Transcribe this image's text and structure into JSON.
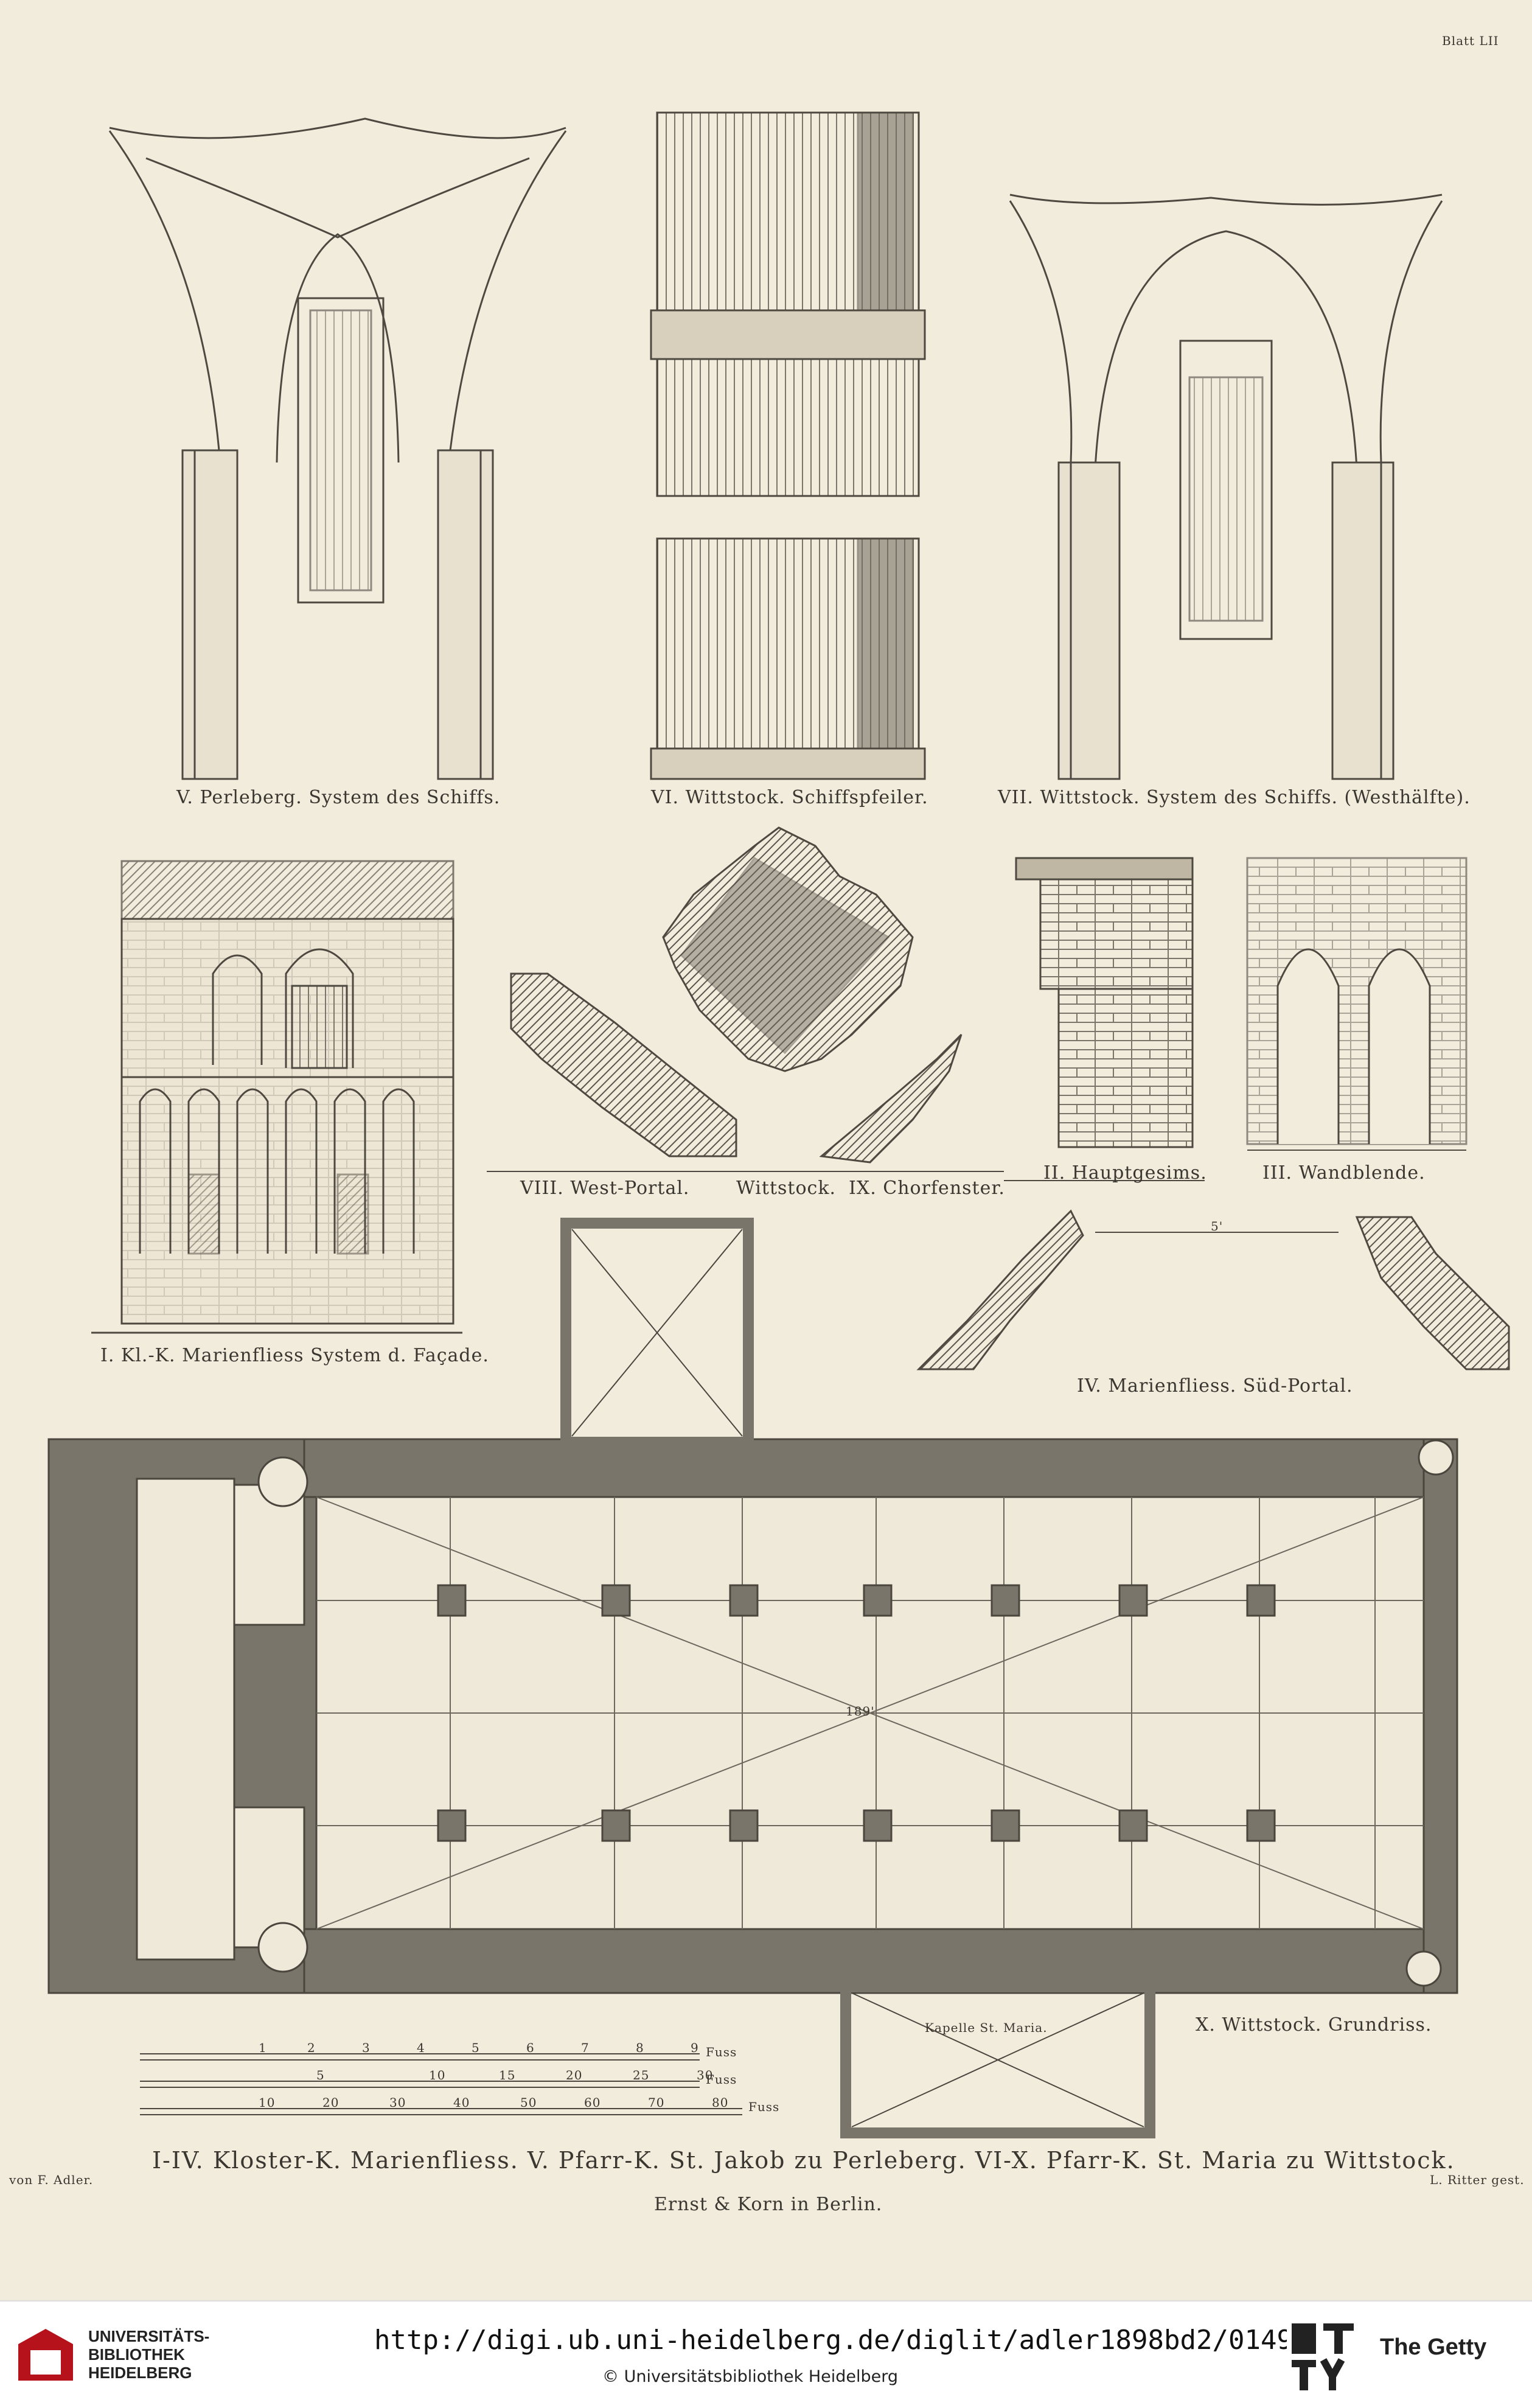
{
  "plate": {
    "label": "Blatt LII",
    "captions": {
      "fig5": "V. Perleberg. System des Schiffs.",
      "fig6": "VI. Wittstock. Schiffspfeiler.",
      "fig7": "VII. Wittstock. System des Schiffs. (Westhälfte).",
      "fig1": "I. Kl.-K. Marienfliess System d. Façade.",
      "fig8": "VIII. West-Portal.",
      "fig8b": "Wittstock.",
      "fig9": "IX. Chorfenster.",
      "fig2": "II. Hauptgesims.",
      "fig3": "III. Wandblende.",
      "fig4": "IV. Marienfliess. Süd-Portal.",
      "fig10": "X. Wittstock. Grundriss.",
      "kapelle": "Kapelle St. Maria.",
      "dim1": "189'",
      "dim2": "5'"
    },
    "scales": {
      "row1_units": "Fuss",
      "row2_units": "Fuss",
      "row3_units": "Fuss",
      "row1_ticks": [
        "1",
        "2",
        "3",
        "4",
        "5",
        "6",
        "7",
        "8",
        "9"
      ],
      "row2_ticks": [
        "5",
        "10",
        "15",
        "20",
        "25",
        "30"
      ],
      "row3_ticks": [
        "10",
        "20",
        "30",
        "40",
        "50",
        "60",
        "70",
        "80"
      ]
    },
    "title": "I-IV. Kloster-K. Marienfliess. V. Pfarr-K. St. Jakob zu Perleberg. VI-X. Pfarr-K. St. Maria zu Wittstock.",
    "author": "von F. Adler.",
    "engraver": "L. Ritter gest.",
    "publisher": "Ernst & Korn in Berlin."
  },
  "footer": {
    "institution": "UNIVERSITÄTS-\nBIBLIOTHEK\nHEIDELBERG",
    "url": "http://digi.ub.uni-heidelberg.de/diglit/adler1898bd2/0149",
    "copyright": "© Universitätsbibliothek Heidelberg",
    "getty": "The Getty"
  }
}
